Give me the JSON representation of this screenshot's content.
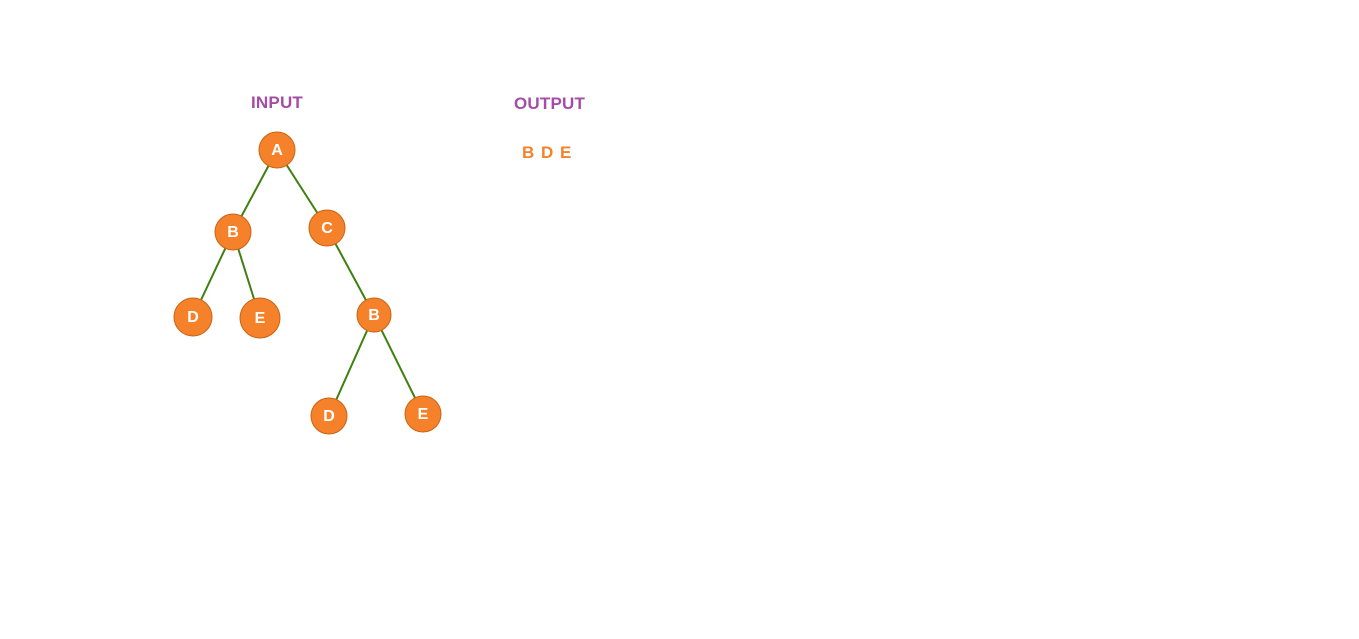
{
  "colors": {
    "heading": "#a64ca6",
    "node_fill": "#f5822a",
    "node_stroke": "#c96414",
    "node_text": "#ffffff",
    "edge": "#3f7f0f",
    "output_text": "#f5822a"
  },
  "input": {
    "heading": "INPUT"
  },
  "output": {
    "heading": "OUTPUT",
    "text": "B D E"
  },
  "tree": {
    "nodes": [
      {
        "id": "A",
        "label": "A"
      },
      {
        "id": "B1",
        "label": "B"
      },
      {
        "id": "C",
        "label": "C"
      },
      {
        "id": "D1",
        "label": "D"
      },
      {
        "id": "E1",
        "label": "E"
      },
      {
        "id": "B2",
        "label": "B"
      },
      {
        "id": "D2",
        "label": "D"
      },
      {
        "id": "E2",
        "label": "E"
      }
    ],
    "edges": [
      {
        "from": "A",
        "to": "B1"
      },
      {
        "from": "A",
        "to": "C"
      },
      {
        "from": "B1",
        "to": "D1"
      },
      {
        "from": "B1",
        "to": "E1"
      },
      {
        "from": "C",
        "to": "B2"
      },
      {
        "from": "B2",
        "to": "D2"
      },
      {
        "from": "B2",
        "to": "E2"
      }
    ]
  }
}
